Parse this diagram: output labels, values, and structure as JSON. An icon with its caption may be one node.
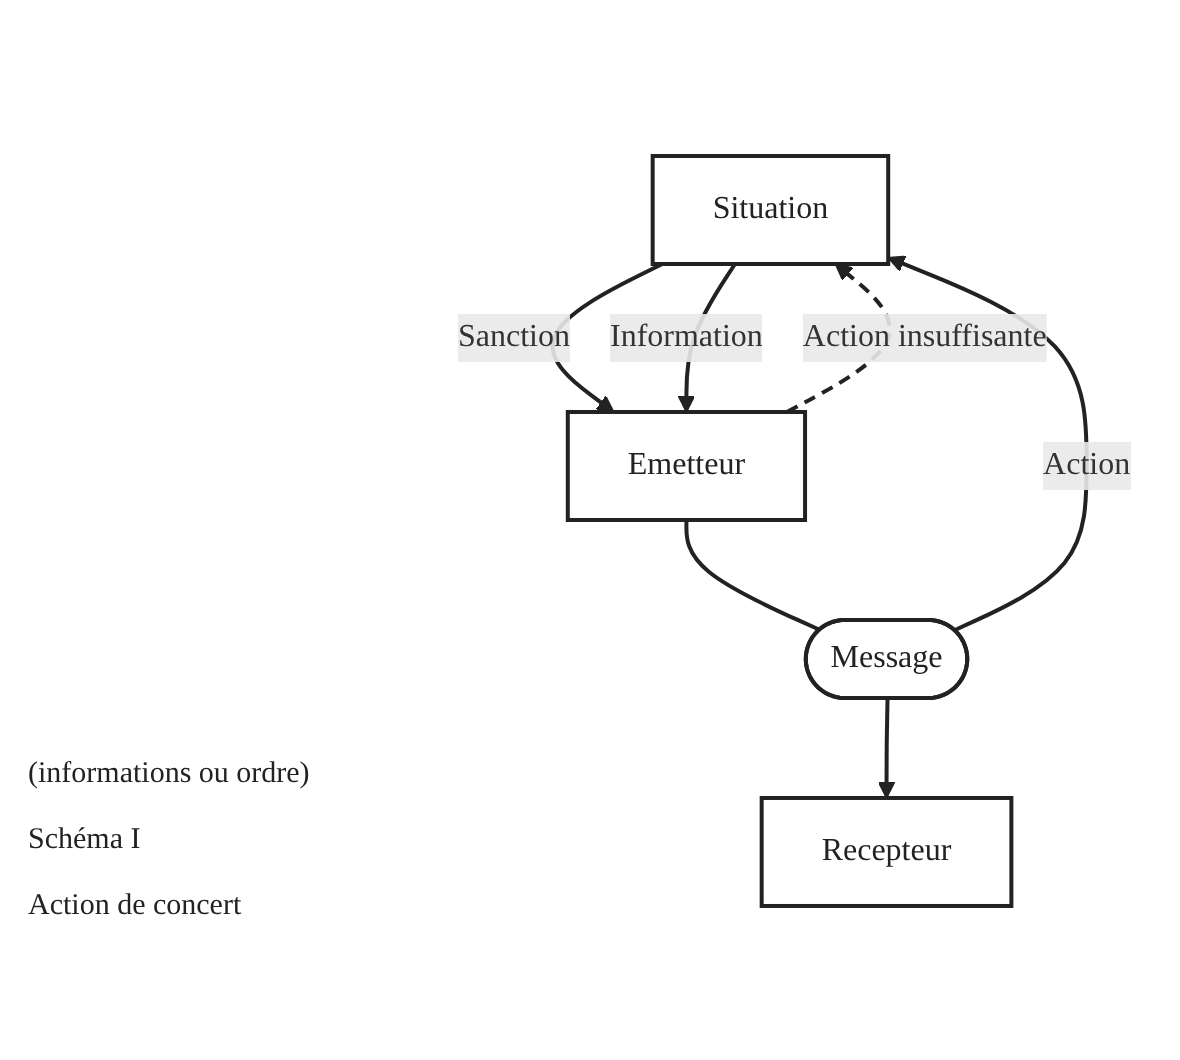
{
  "diagram": {
    "nodes": [
      {
        "text": [
          "Situation"
        ]
      },
      {
        "text": [
          "Emetteur"
        ]
      },
      {
        "text": [
          "Message"
        ]
      },
      {
        "text": [
          "Recepteur"
        ]
      }
    ],
    "edges": [
      {
        "from": 0,
        "to": 1,
        "arrow": "to",
        "label": "Sanction"
      },
      {
        "from": 0,
        "to": 1,
        "arrow": "to",
        "label": "Information"
      },
      {
        "from": 1,
        "to": 0,
        "arrow": "to",
        "label": "Action insuffisante",
        "style": "dashed"
      },
      {
        "from": 1,
        "to": 2,
        "arrow": "none"
      },
      {
        "from": 2,
        "to": 0,
        "arrow": "to",
        "label": "Action"
      },
      {
        "from": 2,
        "to": 3,
        "arrow": "to"
      }
    ],
    "labels": [
      "(informations ou ordre)",
      "Schéma I",
      "Action de concert"
    ]
  }
}
